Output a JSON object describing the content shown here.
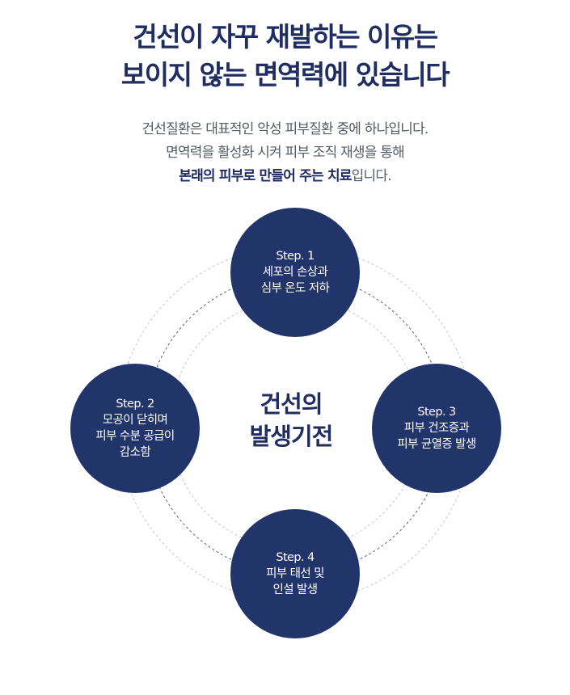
{
  "headline": {
    "line1": "건선이 자꾸 재발하는 이유는",
    "line2": "보이지 않는 면역력에 있습니다"
  },
  "subtext": {
    "line1": "건선질환은 대표적인 악성 피부질환 중에 하나입니다.",
    "line2": "면역력을 활성화 시켜 피부 조직 재생을 통해",
    "line3_accent": "본래의 피부로 만들어 주는 치료",
    "line3_rest": "입니다."
  },
  "center": {
    "line1": "건선의",
    "line2": "발생기전"
  },
  "steps": [
    {
      "label": "Step. 1",
      "lines": [
        "세포의 손상과",
        "심부 온도 저하"
      ]
    },
    {
      "label": "Step. 2",
      "lines": [
        "모공이 닫히며",
        "피부 수분 공급이",
        "감소함"
      ]
    },
    {
      "label": "Step. 3",
      "lines": [
        "피부 건조증과",
        "피부 균열증 발생"
      ]
    },
    {
      "label": "Step. 4",
      "lines": [
        "피부 태선 및",
        "인설 발생"
      ]
    }
  ],
  "colors": {
    "navy": "#22356b",
    "headline": "#1f2d63",
    "body_text": "#555a63",
    "ring_dark": "#5a607a",
    "ring_light": "#c4c7d2"
  }
}
